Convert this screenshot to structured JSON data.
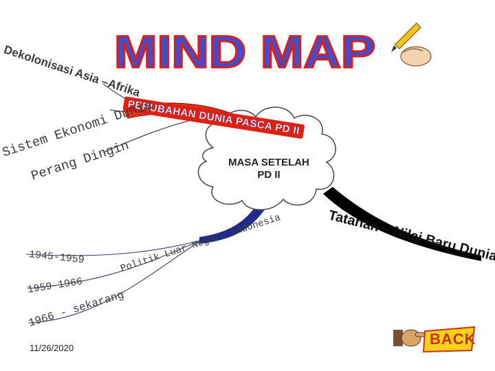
{
  "title": "MIND MAP",
  "center_topic": "PERUBAHAN DUNIA PASCA PD II",
  "cloud": {
    "line1": "MASA SETELAH",
    "line2": "PD II"
  },
  "branches": {
    "dekolonisasi": "Dekolonisasi Asia –Afrika",
    "ekonomi": "Sistem Ekonomi Dunia",
    "perang_dingin": "Perang Dingin",
    "politik_luar_negeri": "Politik Luar Negeri Indonesia",
    "tatanan": "Tatanan – Nilai Baru Dunia",
    "period_1": "1945-1959",
    "period_2": "1959-1966",
    "period_3": "1966 - sekarang"
  },
  "footer": {
    "date": "11/26/2020"
  },
  "back_button": {
    "label": "BACK"
  },
  "colors": {
    "title_fill": "#3b4fd6",
    "title_outline": "#d62020",
    "banner_red": "#e02010",
    "banner_text": "#2d3fd0",
    "navy_branch": "#1f2a8a",
    "black_branch": "#000000",
    "back_fill": "#f2d21a",
    "back_outline": "#c8321a"
  },
  "icons": [
    "pencil-hand-icon",
    "pointing-hand-icon"
  ]
}
